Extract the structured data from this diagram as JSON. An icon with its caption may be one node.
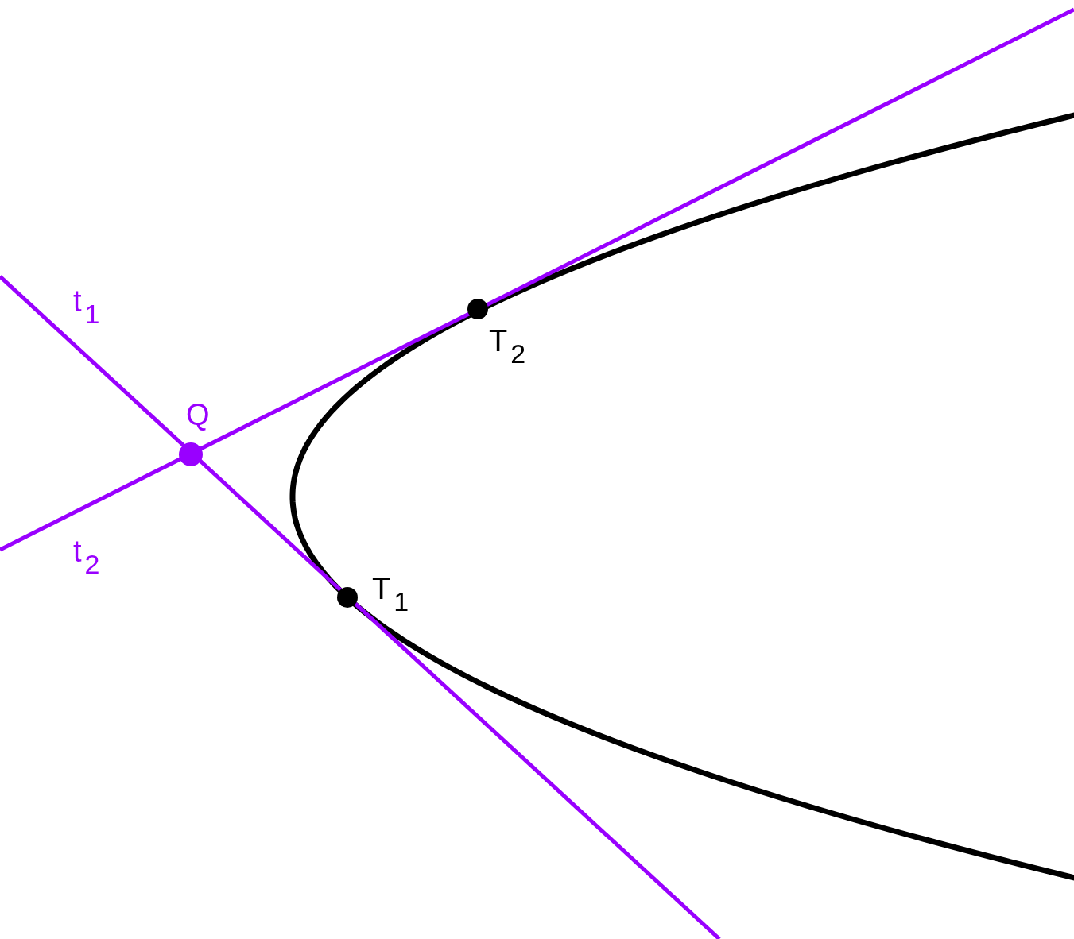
{
  "diagram": {
    "labels": [
      "t$_{1}$",
      "T$_{2}$",
      "Q",
      "t$_{2}$",
      "T$_{1}$"
    ]
  }
}
